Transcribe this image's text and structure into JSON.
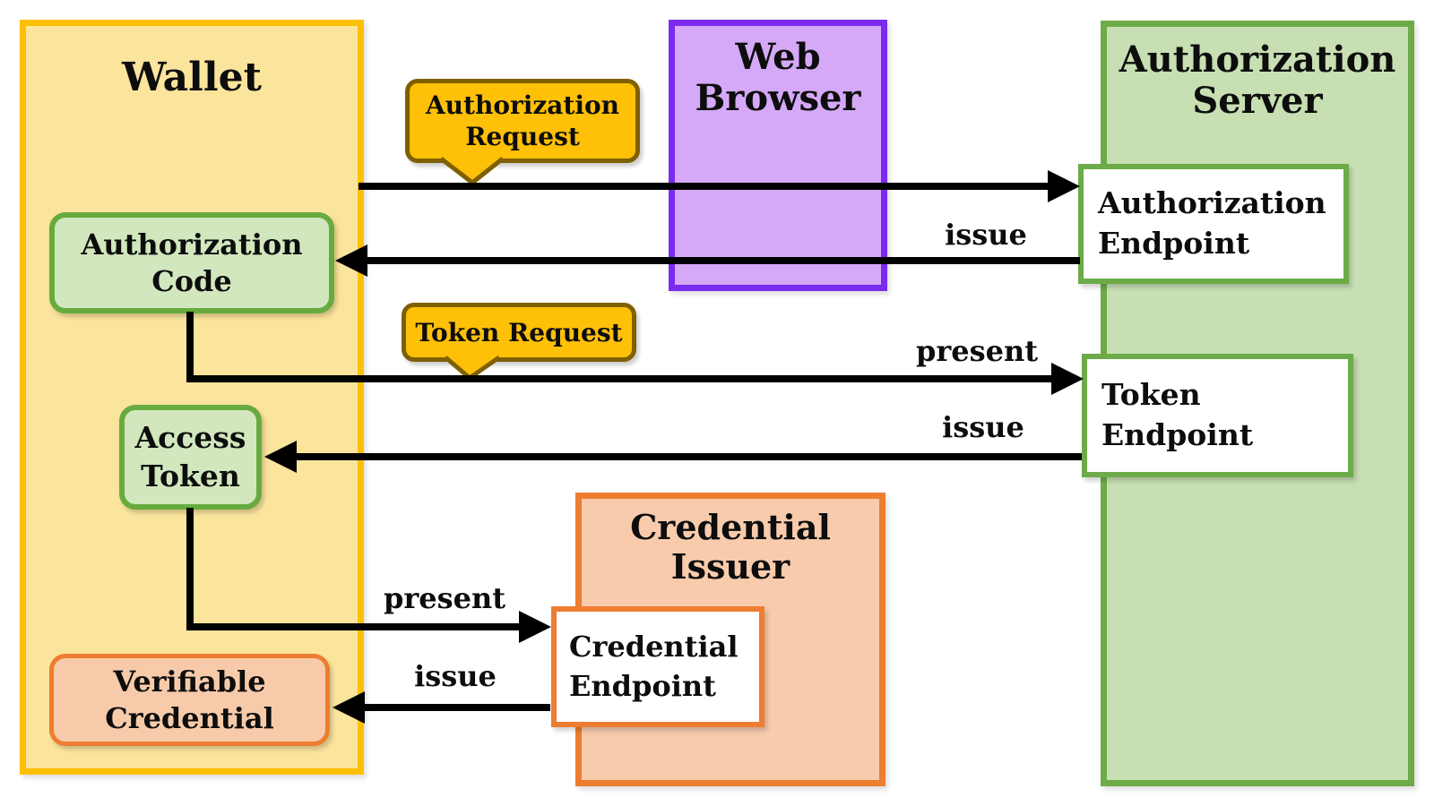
{
  "containers": {
    "wallet": {
      "label": "Wallet"
    },
    "web_browser": {
      "label": "Web Browser"
    },
    "authorization_server": {
      "label": "Authorization Server"
    },
    "credential_issuer": {
      "label": "Credential Issuer"
    }
  },
  "endpoints": {
    "authorization_endpoint": {
      "label": "Authorization Endpoint"
    },
    "token_endpoint": {
      "label": "Token Endpoint"
    },
    "credential_endpoint": {
      "label": "Credential Endpoint"
    }
  },
  "artifacts": {
    "authorization_code": {
      "label": "Authorization Code"
    },
    "access_token": {
      "label": "Access Token"
    },
    "verifiable_credential": {
      "label": "Verifiable Credential"
    }
  },
  "callouts": {
    "authorization_request": {
      "label": "Authorization Request"
    },
    "token_request": {
      "label": "Token Request"
    }
  },
  "edge_labels": {
    "issue_authorization_code": "issue",
    "present_to_token_endpoint": "present",
    "issue_access_token": "issue",
    "present_to_credential_endpoint": "present",
    "issue_verifiable_credential": "issue"
  },
  "flows": [
    {
      "from": "Wallet",
      "to": "Authorization Endpoint",
      "label": "Authorization Request"
    },
    {
      "from": "Authorization Endpoint",
      "to": "Authorization Code",
      "label": "issue"
    },
    {
      "from": "Authorization Code",
      "to": "Token Endpoint",
      "label": "present (Token Request)"
    },
    {
      "from": "Token Endpoint",
      "to": "Access Token",
      "label": "issue"
    },
    {
      "from": "Access Token",
      "to": "Credential Endpoint",
      "label": "present"
    },
    {
      "from": "Credential Endpoint",
      "to": "Verifiable Credential",
      "label": "issue"
    }
  ],
  "colors": {
    "wallet_fill": "#FBE49C",
    "wallet_border": "#FDC000",
    "browser_fill": "#D5A9F8",
    "browser_border": "#7A2BEF",
    "server_fill": "#C7DFB3",
    "server_border": "#6CAB48",
    "issuer_fill": "#F8CBAD",
    "issuer_border": "#ED7D31",
    "artifact_green_fill": "#D2E7BE",
    "artifact_green_border": "#67AB3F",
    "artifact_orange_fill": "#F7CBAA",
    "artifact_orange_border": "#ED7D31",
    "callout_fill": "#FFC008",
    "callout_border": "#7F6000",
    "endpoint_fill": "#FFFFFF",
    "arrow": "#000000"
  }
}
